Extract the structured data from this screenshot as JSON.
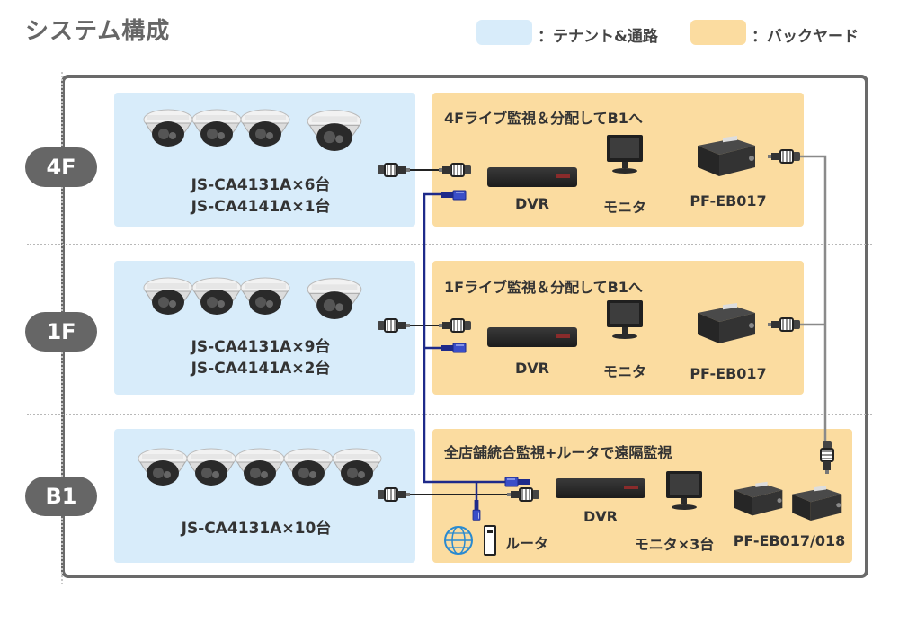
{
  "title": "システム構成",
  "legend": {
    "tenant": {
      "label": "：テナント&通路",
      "color": "#d8ecfa"
    },
    "backyard": {
      "label": "：バックヤード",
      "color": "#fbdca0"
    }
  },
  "floors": {
    "f4": {
      "badge": "4F",
      "cameras": [
        "JS-CA4131A×6台",
        "JS-CA4141A×1台"
      ],
      "box_title": "4Fライブ監視＆分配してB1へ",
      "dvr": "DVR",
      "monitor": "モニタ",
      "pfeb": "PF-EB017"
    },
    "f1": {
      "badge": "1F",
      "cameras": [
        "JS-CA4131A×9台",
        "JS-CA4141A×2台"
      ],
      "box_title": "1Fライブ監視＆分配してB1へ",
      "dvr": "DVR",
      "monitor": "モニタ",
      "pfeb": "PF-EB017"
    },
    "b1": {
      "badge": "B1",
      "cameras": [
        "JS-CA4131A×10台"
      ],
      "box_title": "全店舗統合監視+ルータで遠隔監視",
      "router": "ルータ",
      "dvr": "DVR",
      "monitor": "モニタ×3台",
      "pfeb": "PF-EB017/018"
    }
  },
  "colors": {
    "line_blue": "#1e2a8a",
    "line_gray": "#8a8a8a",
    "badge": "#666666",
    "frame": "#6a6a6a"
  },
  "icons": [
    "dome-camera-icon",
    "bnc-connector-icon",
    "rj45-connector-icon",
    "dvr-icon",
    "monitor-icon",
    "pf-eb-converter-icon",
    "globe-icon",
    "router-icon"
  ]
}
